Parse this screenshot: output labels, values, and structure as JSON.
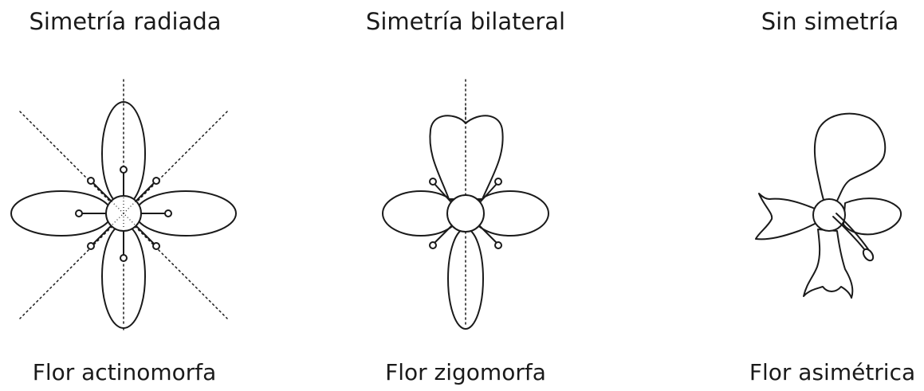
{
  "panels": [
    {
      "title": "Simetría radiada",
      "caption": "Flor actinomorfa"
    },
    {
      "title": "Simetría bilateral",
      "caption": "Flor zigomorfa"
    },
    {
      "title": "Sin simetría",
      "caption": "Flor asimétrica"
    }
  ]
}
